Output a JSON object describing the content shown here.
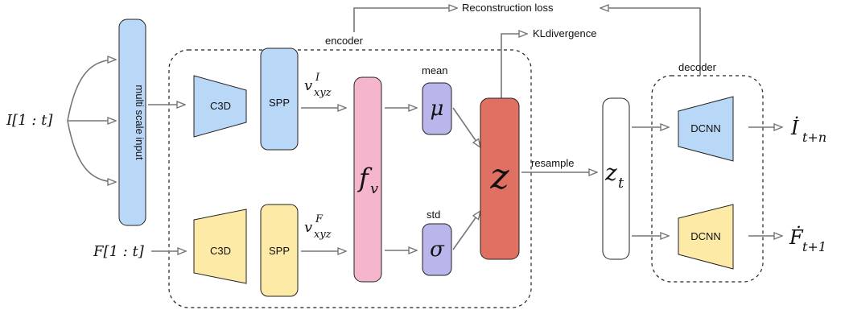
{
  "labels": {
    "input_I": "I[1 : t]",
    "input_F": "F[1 : t]",
    "multi_scale": "multi scale input",
    "c3d_top": "C3D",
    "c3d_bottom": "C3D",
    "spp_top": "SPP",
    "spp_bottom": "SPP",
    "v_top": "v",
    "v_top_sup": "I",
    "v_top_sub": "xyz",
    "v_bottom": "v",
    "v_bottom_sup": "F",
    "v_bottom_sub": "xyz",
    "fv": "f",
    "fv_sub": "v",
    "mean": "mean",
    "mu": "μ",
    "std": "std",
    "sigma": "σ",
    "z": "z",
    "resample": "resample",
    "zt": "z",
    "zt_sub": "t",
    "encoder": "encoder",
    "decoder": "decoder",
    "reconstruction": "Reconstruction loss",
    "kl": "KLdivergence",
    "dcnn_top": "DCNN",
    "dcnn_bottom": "DCNN",
    "out_I": "İ",
    "out_I_sub": "t+n",
    "out_F": "Ḟ",
    "out_F_sub": "t+1"
  },
  "colors": {
    "blue": "#b9d7f7",
    "yellow": "#fdeaa6",
    "pink": "#f5b6cd",
    "purple": "#b9b6ec",
    "red": "#e07062",
    "edge": "#777777"
  }
}
